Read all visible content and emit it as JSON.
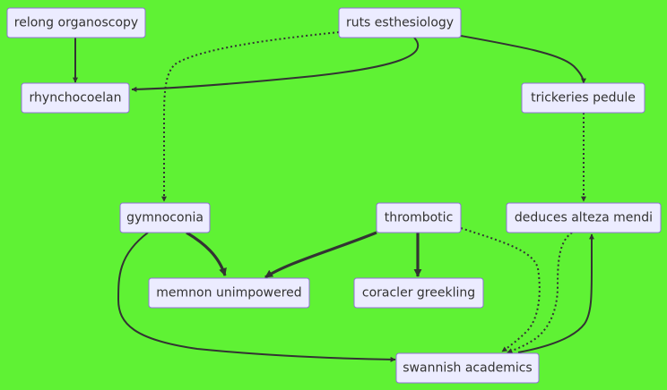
{
  "diagram": {
    "nodes": [
      {
        "id": "n1",
        "label": "relong organoscopy"
      },
      {
        "id": "n2",
        "label": "ruts esthesiology"
      },
      {
        "id": "n3",
        "label": "rhynchocoelan"
      },
      {
        "id": "n4",
        "label": "trickeries pedule"
      },
      {
        "id": "n5",
        "label": "gymnoconia"
      },
      {
        "id": "n6",
        "label": "thrombotic"
      },
      {
        "id": "n7",
        "label": "deduces alteza mendi"
      },
      {
        "id": "n8",
        "label": "memnon unimpowered"
      },
      {
        "id": "n9",
        "label": "coracler greekling"
      },
      {
        "id": "n10",
        "label": "swannish academics"
      }
    ],
    "edges": [
      {
        "from": "n1",
        "to": "n3",
        "style": "solid"
      },
      {
        "from": "n2",
        "to": "n3",
        "style": "solid"
      },
      {
        "from": "n2",
        "to": "n4",
        "style": "solid"
      },
      {
        "from": "n2",
        "to": "n5",
        "style": "dotted"
      },
      {
        "from": "n4",
        "to": "n7",
        "style": "dotted"
      },
      {
        "from": "n5",
        "to": "n8",
        "style": "thick"
      },
      {
        "from": "n5",
        "to": "n10",
        "style": "solid"
      },
      {
        "from": "n6",
        "to": "n8",
        "style": "thick"
      },
      {
        "from": "n6",
        "to": "n9",
        "style": "thick"
      },
      {
        "from": "n6",
        "to": "n10",
        "style": "dotted"
      },
      {
        "from": "n7",
        "to": "n10",
        "style": "dotted"
      },
      {
        "from": "n10",
        "to": "n7",
        "style": "solid"
      }
    ]
  },
  "colors": {
    "background": "#5ff234",
    "node_fill": "#ececff",
    "node_border": "#9370db",
    "edge": "#333333",
    "text": "#333333"
  }
}
